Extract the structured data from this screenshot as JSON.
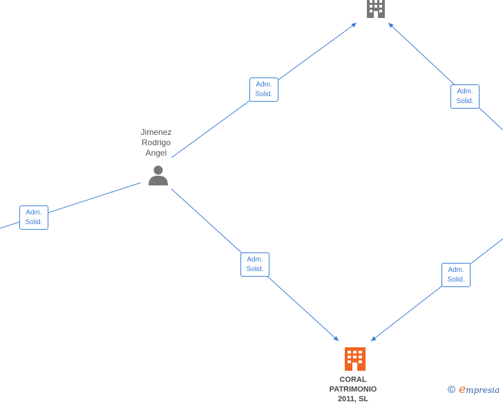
{
  "nodes": {
    "person": {
      "name_lines": [
        "Jimenez",
        "Rodrigo",
        "Angel"
      ],
      "icon": "person-icon",
      "color": "#777777"
    },
    "company_top": {
      "icon": "building-icon",
      "color": "#777777"
    },
    "company_main": {
      "name_lines": [
        "CORAL",
        "PATRIMONIO",
        "2011, SL"
      ],
      "icon": "building-icon",
      "color": "#f26522"
    }
  },
  "edges": [
    {
      "id": "e1",
      "label_line1": "Adm.",
      "label_line2": "Solid."
    },
    {
      "id": "e2",
      "label_line1": "Adm.",
      "label_line2": "Solid."
    },
    {
      "id": "e3",
      "label_line1": "Adm.",
      "label_line2": "Solid."
    },
    {
      "id": "e4",
      "label_line1": "Adm.",
      "label_line2": "Solid."
    },
    {
      "id": "e5",
      "label_line1": "Adm.",
      "label_line2": "Solid."
    }
  ],
  "colors": {
    "edge": "#3a7bd5",
    "accent": "#f26522"
  },
  "branding": {
    "copyright": "©",
    "logo_initial": "e",
    "logo_rest": "mpresia"
  }
}
